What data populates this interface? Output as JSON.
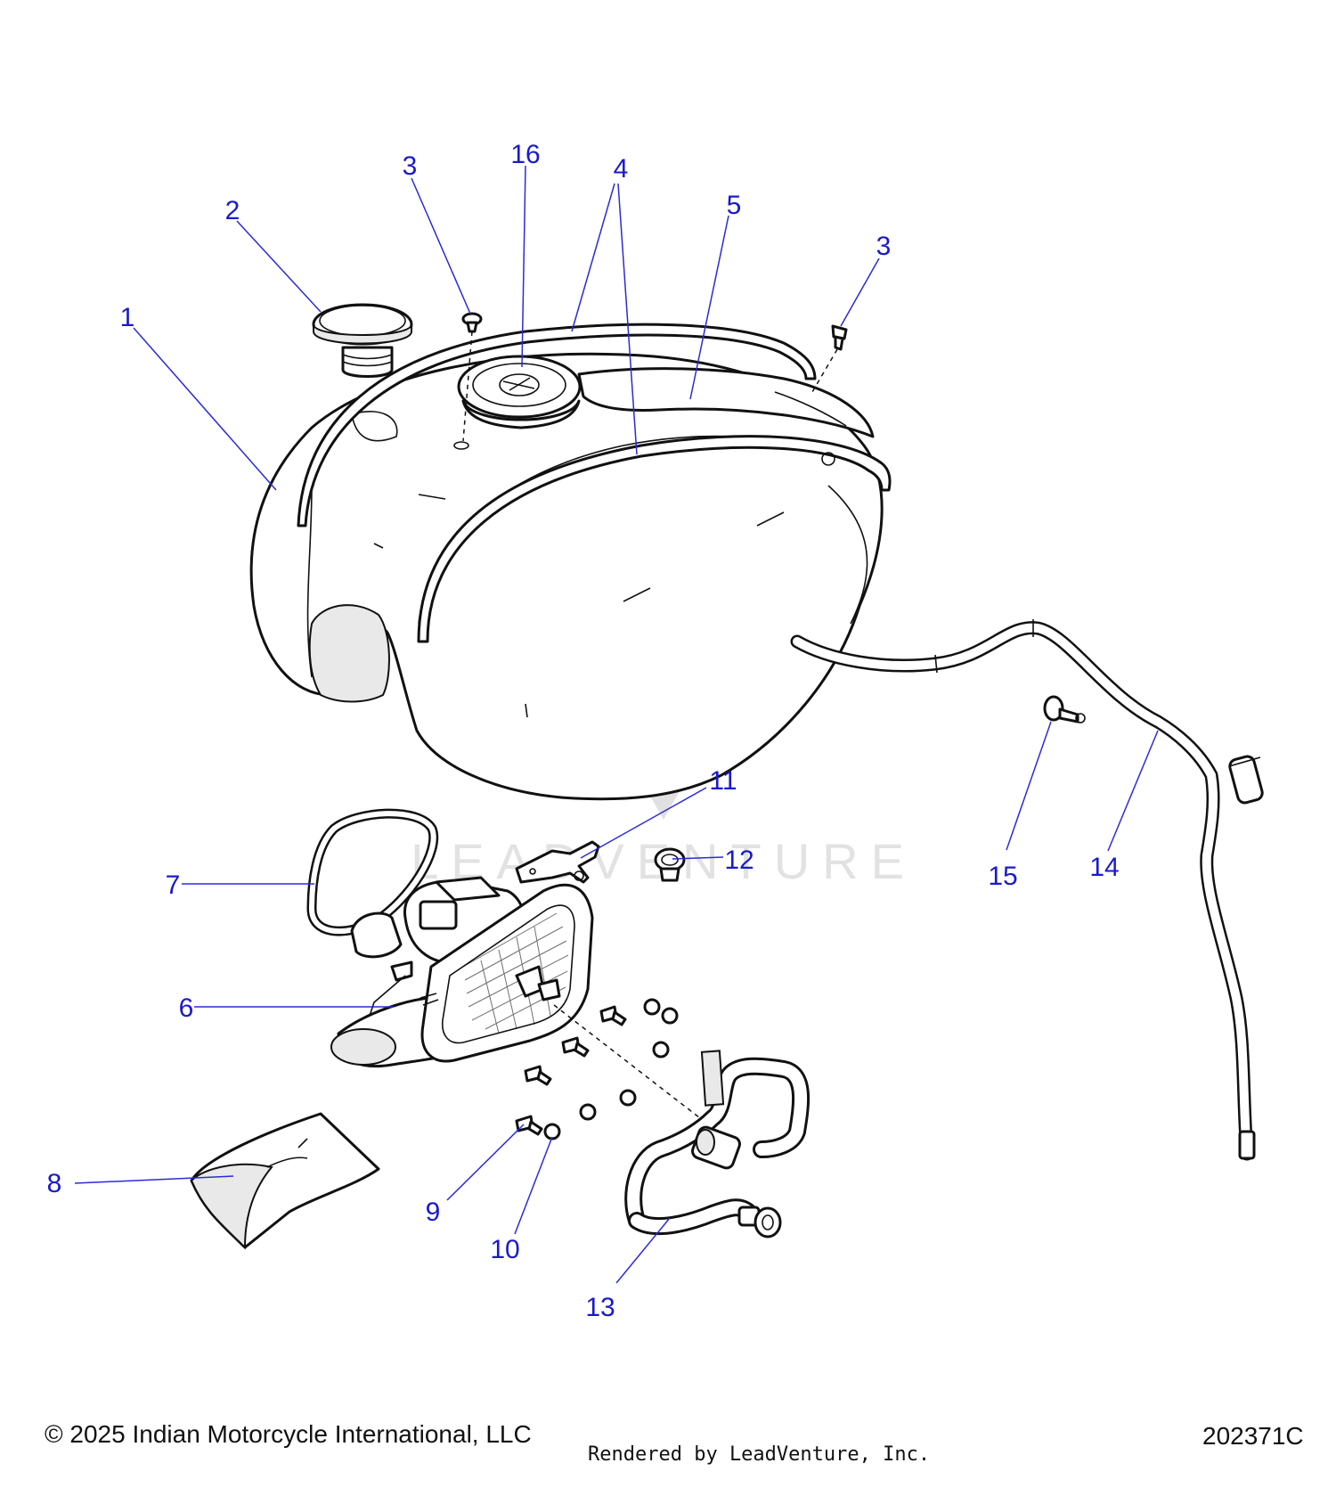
{
  "callouts": [
    {
      "label": "1"
    },
    {
      "label": "2"
    },
    {
      "label": "3"
    },
    {
      "label": "16"
    },
    {
      "label": "4"
    },
    {
      "label": "5"
    },
    {
      "label": "3"
    },
    {
      "label": "11"
    },
    {
      "label": "12"
    },
    {
      "label": "7"
    },
    {
      "label": "6"
    },
    {
      "label": "15"
    },
    {
      "label": "14"
    },
    {
      "label": "8"
    },
    {
      "label": "9"
    },
    {
      "label": "10"
    },
    {
      "label": "13"
    }
  ],
  "watermark": {
    "text": "LEADVENTURE"
  },
  "footer": {
    "copyright": "© 2025 Indian Motorcycle International, LLC",
    "rendered_by": "Rendered by LeadVenture, Inc.",
    "diagram_id": "202371C"
  },
  "colors": {
    "callout": "#1a1acc",
    "line": "#111111",
    "watermark": "#d9d9d9"
  }
}
